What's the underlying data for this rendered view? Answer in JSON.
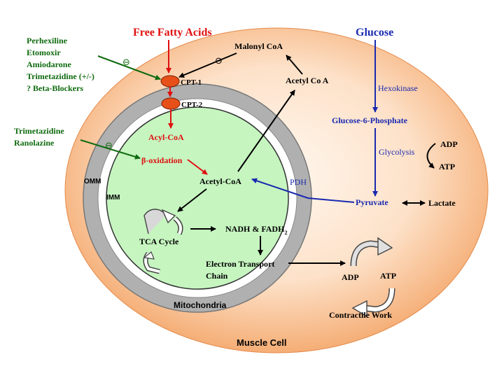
{
  "colors": {
    "drug_green": "#0f6b0f",
    "fatty_red": "#e01010",
    "glucose_blue": "#1a2ab0",
    "cell_edge": "#f2a56b",
    "cell_center": "#fff6ee",
    "mito_gray": "#b4b4b4",
    "matrix_green": "#c6f5c0",
    "cpt_orange": "#e8501a"
  },
  "inhibitors_top": {
    "drugs": [
      "Perhexiline",
      "Etomoxir",
      "Amiodarone",
      "Trimetazidine (+/-)",
      "? Beta-Blockers"
    ],
    "symbol": "⊖"
  },
  "inhibitors_mid": {
    "drugs": [
      "Trimetazidine",
      "Ranolazine"
    ],
    "symbol": "⊖"
  },
  "malonyl_symbol": "⊖",
  "fatty_acids": {
    "title": "Free Fatty Acids",
    "cpt1": "CPT-1",
    "cpt2": "CPT-2",
    "acyl_coa": "Acyl-CoA",
    "beta_oxidation": "β-oxidation"
  },
  "glucose": {
    "title": "Glucose",
    "hexokinase": "Hexokinase",
    "g6p": "Glucose-6-Phosphate",
    "glycolysis": "Glycolysis",
    "adp": "ADP",
    "atp": "ATP",
    "pyruvate": "Pyruvate",
    "lactate": "Lactate",
    "pdh": "PDH"
  },
  "malonyl_coa": "Malonyl CoA",
  "acetyl_co_a_cytosol": "Acetyl Co A",
  "mito": {
    "omm": "OMM",
    "imm": "IMM",
    "acetyl_coa": "Acetyl-CoA",
    "tca": "TCA Cycle",
    "nadh_main": "NADH & FADH",
    "nadh_sub": "2",
    "etc_line1": "Electron Transport",
    "etc_line2": "Chain",
    "label": "Mitochondria"
  },
  "work": {
    "adp": "ADP",
    "atp": "ATP",
    "label": "Contractile Work"
  },
  "cell_label": "Muscle Cell"
}
